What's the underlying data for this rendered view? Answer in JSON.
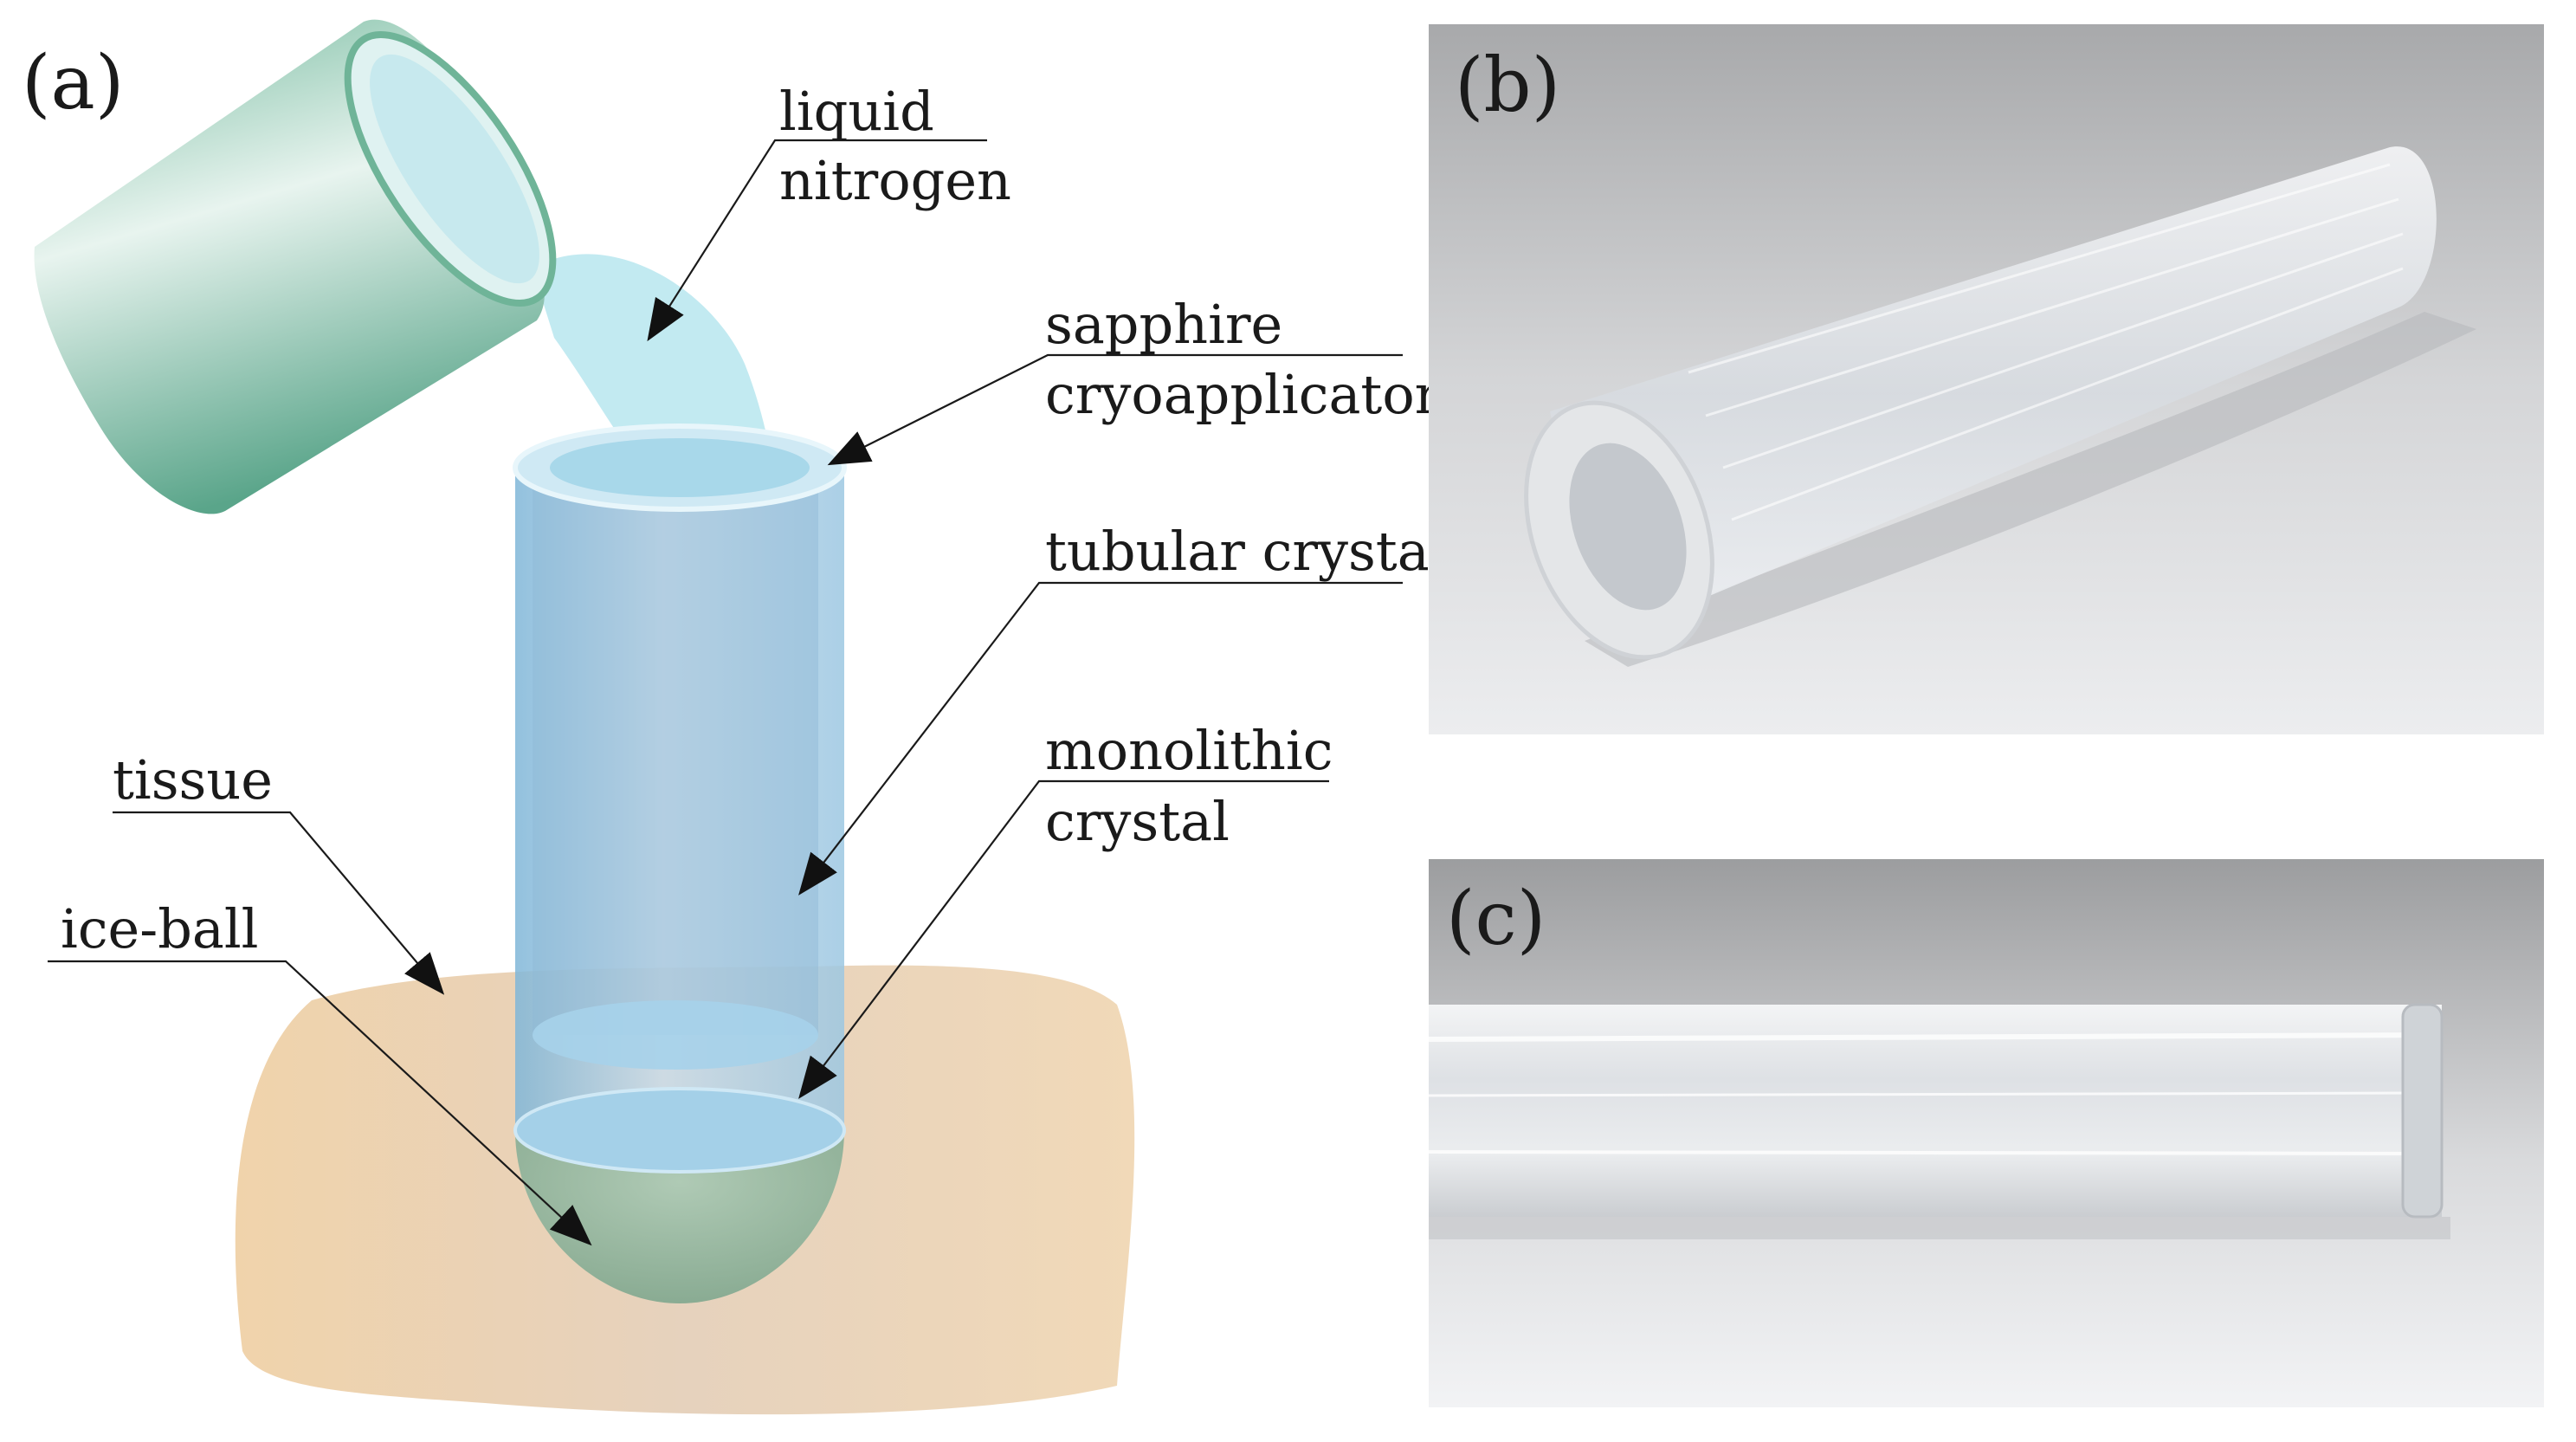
{
  "panels": {
    "a": "(a)",
    "b": "(b)",
    "c": "(c)"
  },
  "labels": {
    "liquid_nitrogen": [
      "liquid",
      "nitrogen"
    ],
    "sapphire_cryoapplicator": [
      "sapphire",
      "cryoapplicator"
    ],
    "tubular_crystal": "tubular crystal",
    "monolithic_crystal": [
      "monolithic",
      "crystal"
    ],
    "tissue": "tissue",
    "ice_ball": "ice-ball"
  },
  "colors": {
    "beaker": "#8fcfb4",
    "liquid_nitrogen": "#b7e6ef",
    "tube": "#a7cfe6",
    "tissue": "#e9cfae",
    "ice_ball": "#8fb59a",
    "photo_background": "#c9c9cb"
  }
}
